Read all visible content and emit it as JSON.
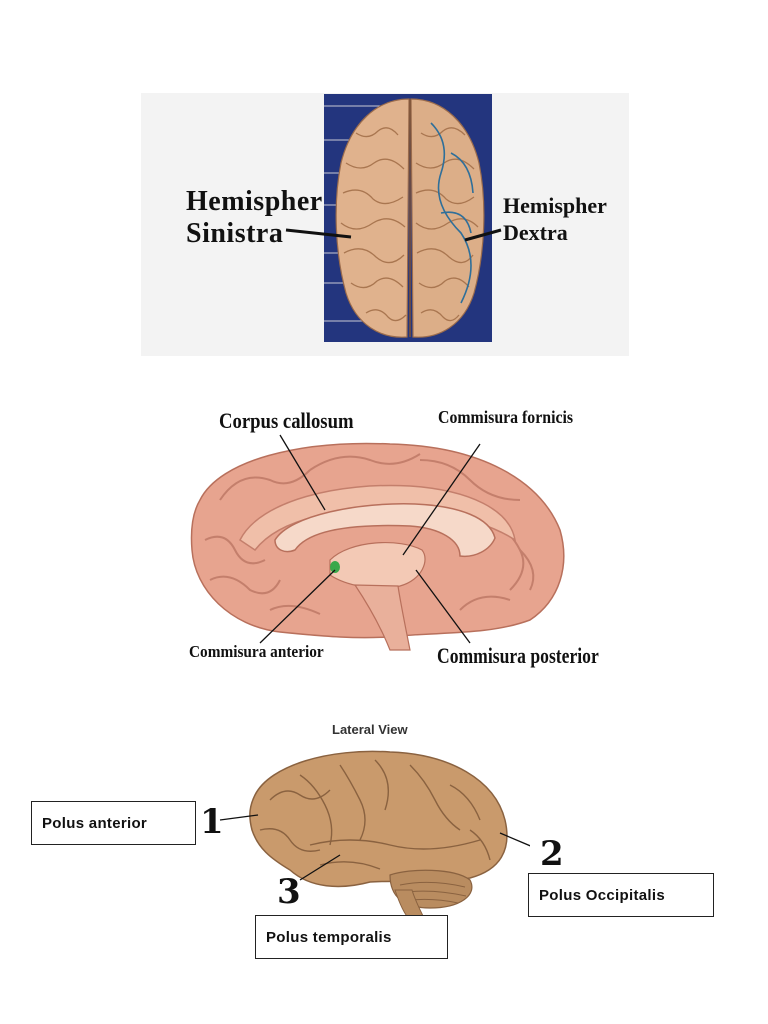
{
  "panel1": {
    "left_label_line1": "Hemispher",
    "left_label_line2": "Sinistra",
    "right_label_line1": "Hemispher",
    "right_label_line2": "Dextra"
  },
  "panel2": {
    "corpus_callosum": "Corpus callosum",
    "commisura_fornicis": "Commisura fornicis",
    "commisura_anterior": "Commisura anterior",
    "commisura_posterior": "Commisura posterior"
  },
  "panel3": {
    "title": "Lateral View",
    "polus_anterior": "Polus anterior",
    "polus_occipitalis": "Polus Occipitalis",
    "polus_temporalis": "Polus temporalis",
    "num1": "1",
    "num2": "2",
    "num3": "3"
  },
  "colors": {
    "brain_blue_bg": "#23357e",
    "brain_tissue": "#e0b28d",
    "medial_pink": "#e7a48f",
    "lateral_tan": "#c99a6c",
    "anterior_commissure_green": "#3aa84a"
  }
}
